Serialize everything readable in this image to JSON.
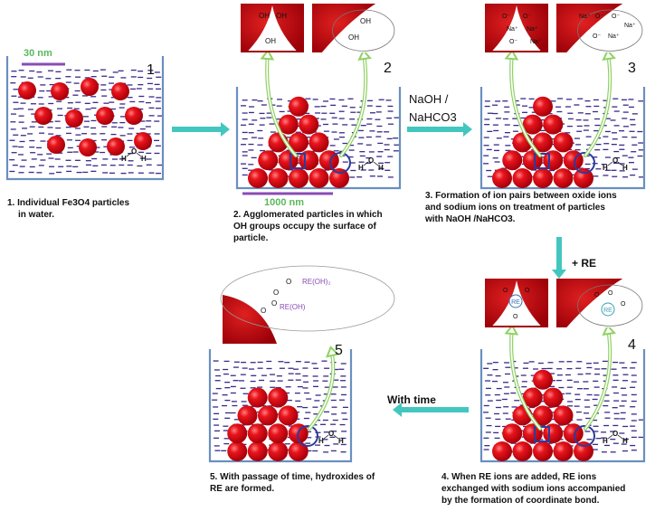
{
  "panels": [
    {
      "number": "1",
      "scale_bar": "30 nm",
      "caption_lines": [
        "1. Individual Fe3O4 particles",
        "in water."
      ]
    },
    {
      "number": "2",
      "scale_bar": "1000 nm",
      "caption_lines": [
        "2. Agglomerated particles in which",
        "OH groups occupy the surface of",
        "particle."
      ]
    },
    {
      "number": "3",
      "caption_lines": [
        "3. Formation of ion pairs between oxide ions",
        "and sodium ions on treatment of particles",
        "with NaOH /NaHCO3."
      ]
    },
    {
      "number": "4",
      "caption_lines": [
        "4. When RE ions are added, RE ions",
        "exchanged with sodium ions accompanied",
        "by the formation of coordinate bond."
      ]
    },
    {
      "number": "5",
      "caption_lines": [
        "5. With passage of time, hydroxides of",
        "RE are formed."
      ]
    }
  ],
  "arrows": {
    "a23": "NaOH /",
    "a23_line2": "NaHCO3",
    "a34": "+ RE",
    "a45": "With time"
  },
  "water": {
    "h": "H",
    "o": "O"
  },
  "insets": {
    "oh": "OH",
    "o_minus": "O⁻",
    "na_plus": "Na⁺",
    "re": "RE",
    "o": "O",
    "re_oh2": "RE(OH)₂",
    "re_oh": "RE(OH)"
  },
  "colors": {
    "particle": "#e8141c",
    "particle_dark": "#b3000a",
    "water_dash": "#3a2a8a",
    "process_arrow": "#43c6c0",
    "callout_arrow": "#8fd163",
    "beaker": "#6a8fc0",
    "box": "#2d3a9e",
    "scale_green": "#5cb85c",
    "scale_purple": "#8a4bb5",
    "re_text": "#8a4bb5"
  }
}
